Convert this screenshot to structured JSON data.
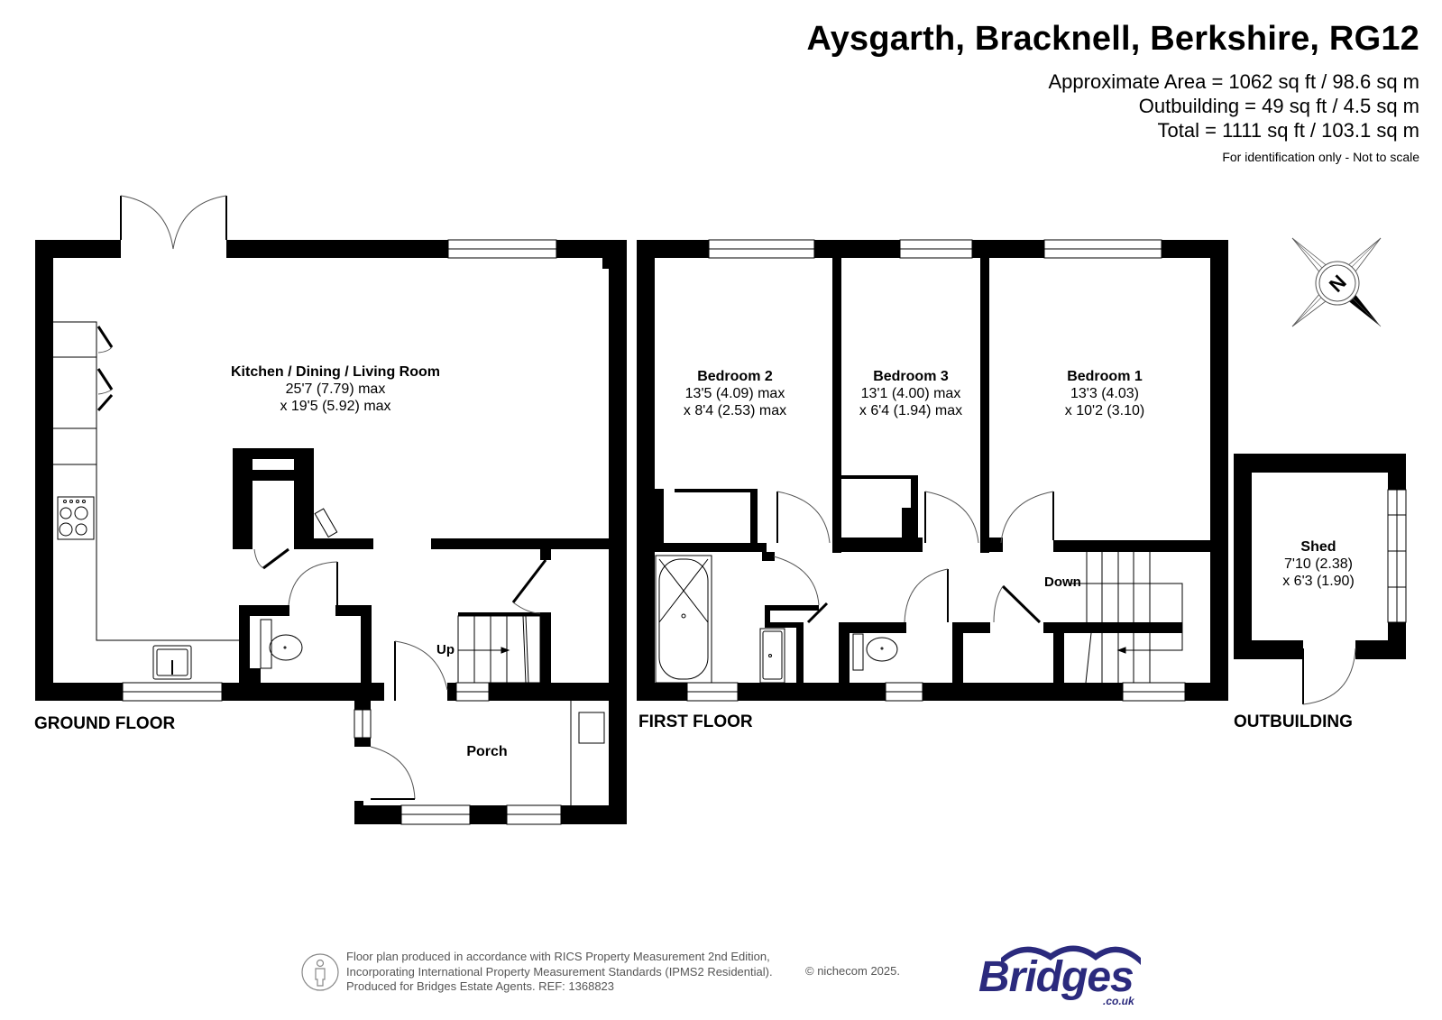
{
  "header": {
    "title": "Aysgarth, Bracknell, Berkshire, RG12",
    "approximate_area": "Approximate Area = 1062 sq ft / 98.6 sq m",
    "outbuilding_area": "Outbuilding = 49 sq ft / 4.5 sq m",
    "total_area": "Total = 1111 sq ft / 103.1 sq m",
    "disclaimer": "For identification only - Not to scale"
  },
  "floors": {
    "ground": {
      "label": "GROUND FLOOR",
      "rooms": [
        {
          "name": "Kitchen / Dining / Living Room",
          "dim1": "25'7 (7.79) max",
          "dim2": "x 19'5 (5.92) max"
        },
        {
          "name": "Porch"
        }
      ],
      "stairs_label": "Up"
    },
    "first": {
      "label": "FIRST FLOOR",
      "rooms": [
        {
          "name": "Bedroom 2",
          "dim1": "13'5 (4.09) max",
          "dim2": "x 8'4 (2.53) max"
        },
        {
          "name": "Bedroom 3",
          "dim1": "13'1 (4.00) max",
          "dim2": "x 6'4 (1.94) max"
        },
        {
          "name": "Bedroom 1",
          "dim1": "13'3 (4.03)",
          "dim2": "x 10'2 (3.10)"
        }
      ],
      "stairs_label": "Down"
    },
    "outbuilding": {
      "label": "OUTBUILDING",
      "rooms": [
        {
          "name": "Shed",
          "dim1": "7'10 (2.38)",
          "dim2": "x 6'3 (1.90)"
        }
      ]
    }
  },
  "compass": {
    "icon": "north-compass-icon",
    "letter": "N"
  },
  "footer": {
    "line1": "Floor plan produced in accordance with RICS Property Measurement 2nd Edition,",
    "line2": "Incorporating International Property Measurement Standards (IPMS2 Residential).",
    "line3": "Produced for Bridges Estate Agents.   REF: 1368823",
    "copyright": "© nichecom 2025.",
    "badge_icon": "person-measure-icon"
  },
  "brand": {
    "name": "Bridges",
    "tld": ".co.uk",
    "color": "#2b2a7d"
  }
}
